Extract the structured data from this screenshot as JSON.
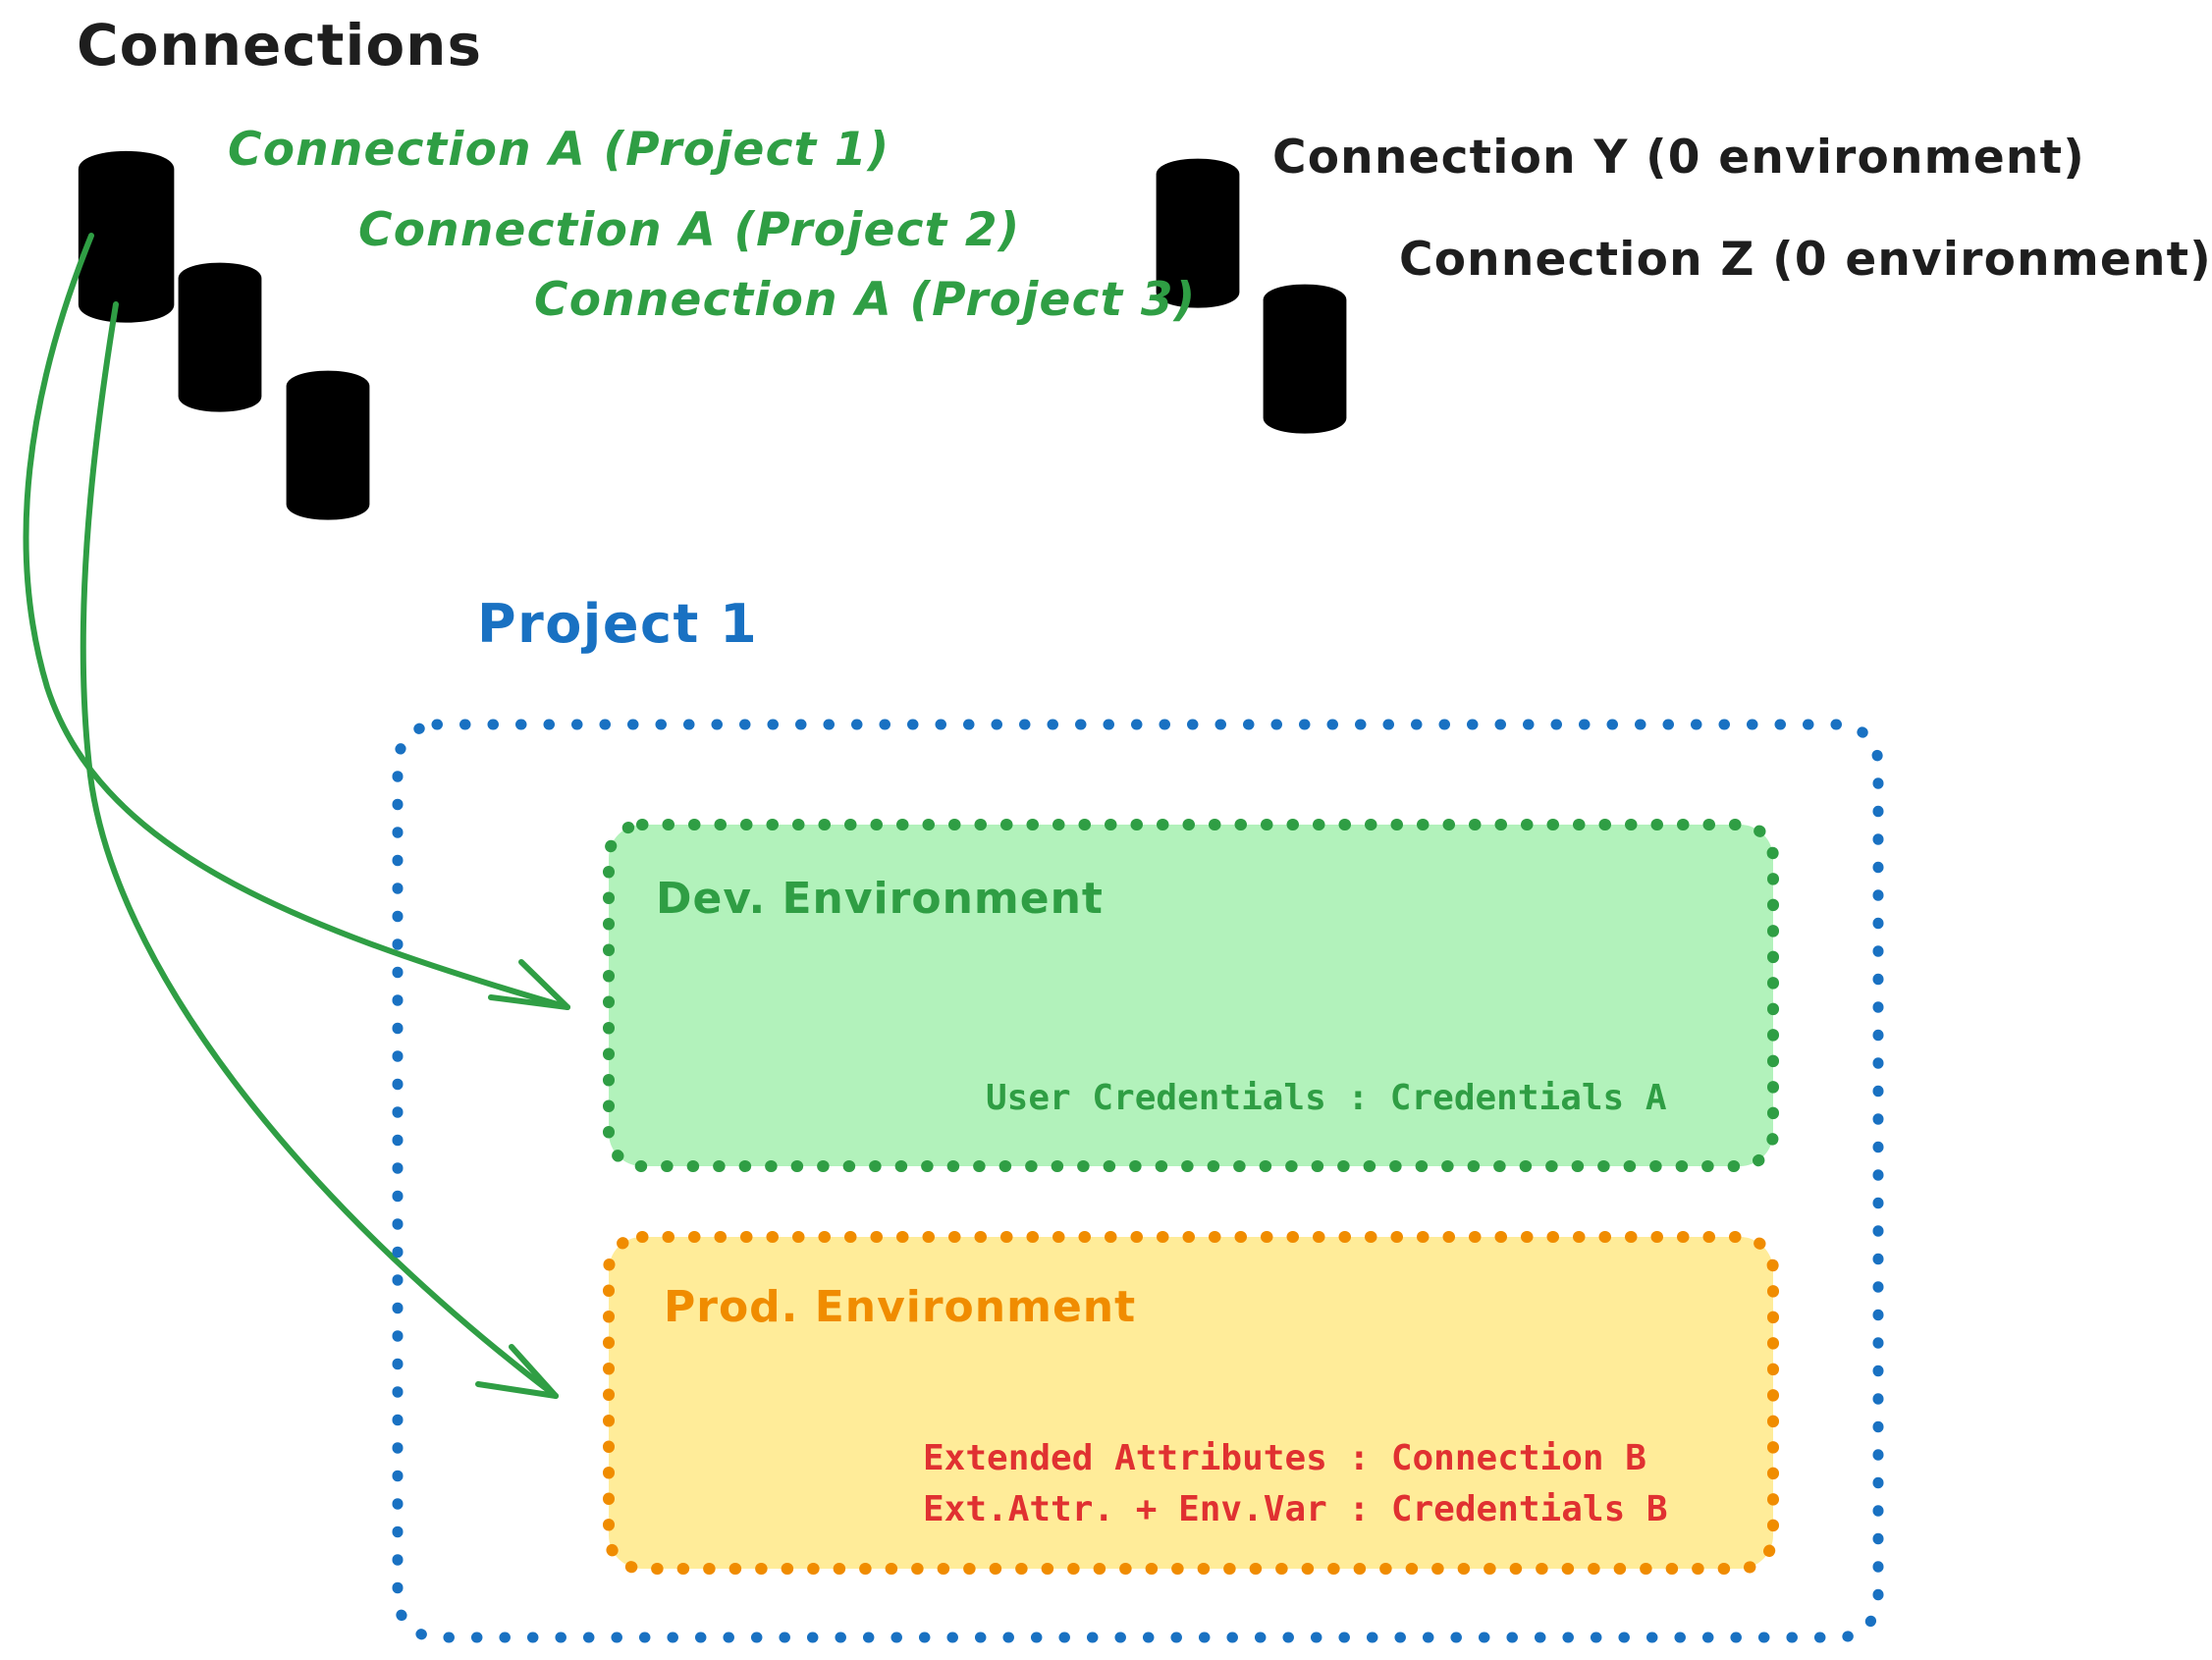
{
  "diagram": {
    "title": "Connections",
    "background": "#ffffff"
  },
  "colors": {
    "green_stroke": "#2f9e44",
    "green_fill": "#b2f2bb",
    "grey_stroke": "#1e1e1e",
    "grey_fill": "#ced4da",
    "blue": "#1971c2",
    "orange": "#f08c00",
    "yellow_fill": "#ffec99",
    "red": "#e03131",
    "black": "#1e1e1e"
  },
  "connections": {
    "green": [
      {
        "label": "Connection A (Project 1)",
        "icon": "database-icon"
      },
      {
        "label": "Connection A (Project 2)",
        "icon": "database-icon"
      },
      {
        "label": "Connection A (Project 3)",
        "icon": "database-icon"
      }
    ],
    "grey": [
      {
        "label": "Connection Y (0 environment)",
        "icon": "database-icon"
      },
      {
        "label": "Connection Z (0 environment)",
        "icon": "database-icon"
      }
    ]
  },
  "project": {
    "title": "Project 1",
    "environments": [
      {
        "name": "Dev. Environment",
        "color": "green",
        "lines": [
          "User Credentials : Credentials A"
        ]
      },
      {
        "name": "Prod. Environment",
        "color": "orange",
        "lines": [
          "Extended Attributes : Connection B",
          "Ext.Attr. + Env.Var : Credentials B"
        ]
      }
    ]
  },
  "arrows": [
    {
      "from": "Connection A (Project 1)",
      "to": "Dev. Environment"
    },
    {
      "from": "Connection A (Project 1)",
      "to": "Prod. Environment"
    }
  ]
}
